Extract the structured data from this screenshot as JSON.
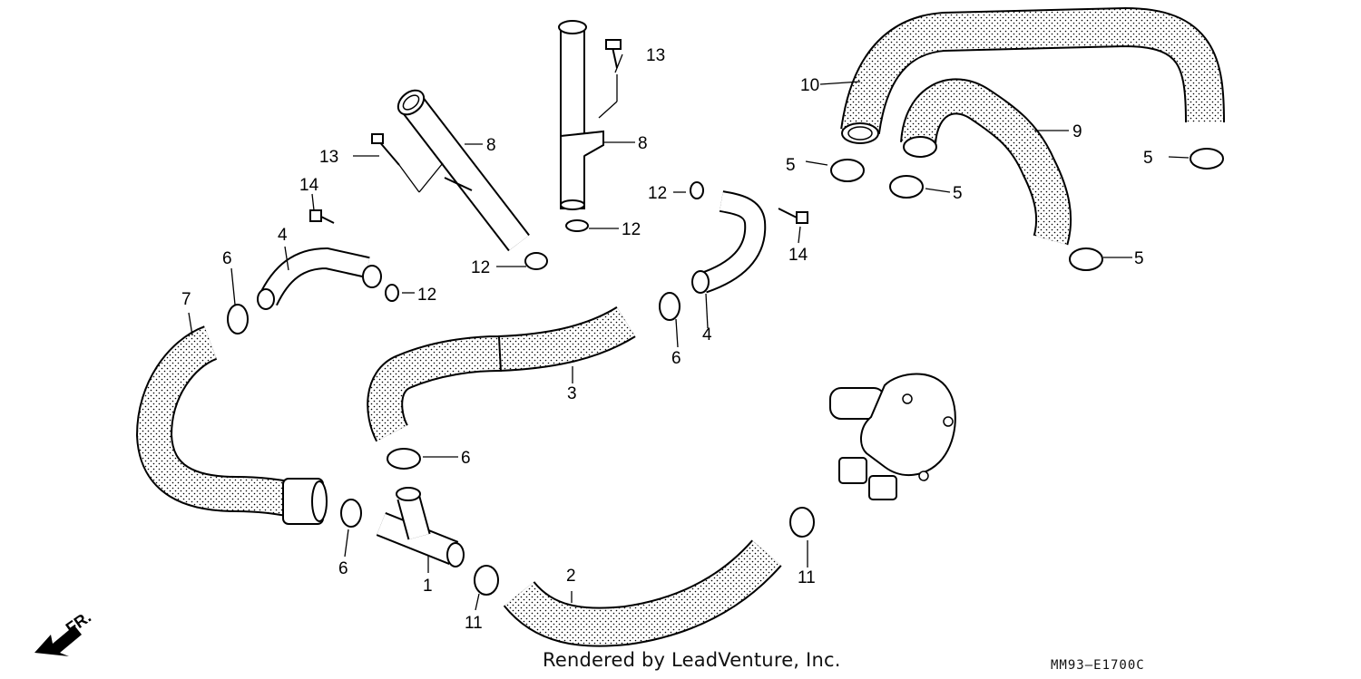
{
  "diagram": {
    "callouts": {
      "c1": "1",
      "c2": "2",
      "c3": "3",
      "c4a": "4",
      "c4b": "4",
      "c5a": "5",
      "c5b": "5",
      "c5c": "5",
      "c5d": "5",
      "c6a": "6",
      "c6b": "6",
      "c6c": "6",
      "c6d": "6",
      "c7": "7",
      "c8a": "8",
      "c8b": "8",
      "c9": "9",
      "c10": "10",
      "c11a": "11",
      "c11b": "11",
      "c12a": "12",
      "c12b": "12",
      "c12c": "12",
      "c12d": "12",
      "c13a": "13",
      "c13b": "13",
      "c14a": "14",
      "c14b": "14"
    },
    "direction_label": "FR.",
    "credit": "Rendered by LeadVenture, Inc.",
    "diagram_code": "MM93—E1700C"
  }
}
